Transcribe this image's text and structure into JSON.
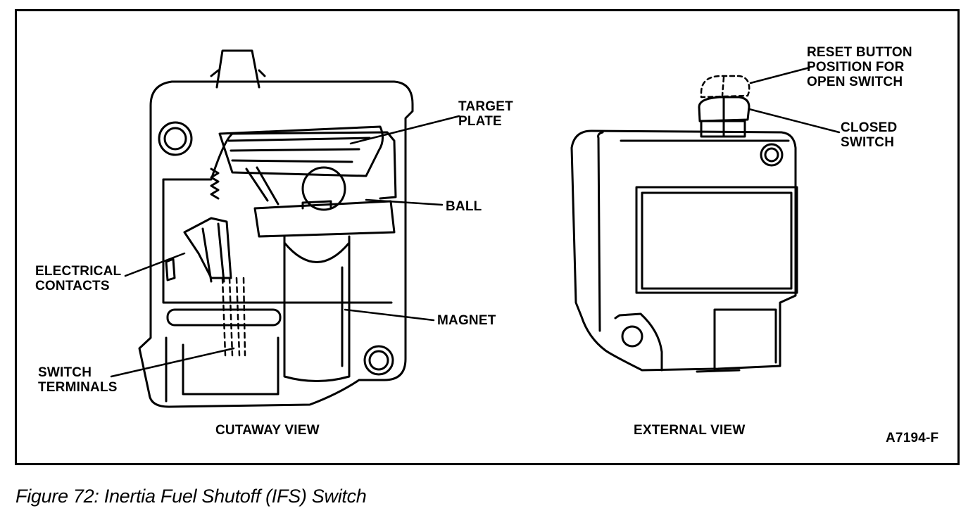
{
  "labels": {
    "target_plate": "TARGET\nPLATE",
    "ball": "BALL",
    "electrical_contacts": "ELECTRICAL\nCONTACTS",
    "magnet": "MAGNET",
    "switch_terminals": "SWITCH\nTERMINALS",
    "reset_button": "RESET BUTTON\nPOSITION FOR\nOPEN SWITCH",
    "closed_switch": "CLOSED\nSWITCH"
  },
  "views": {
    "cutaway": "CUTAWAY VIEW",
    "external": "EXTERNAL VIEW"
  },
  "figure_code": "A7194-F",
  "caption": "Figure 72: Inertia Fuel Shutoff (IFS) Switch"
}
